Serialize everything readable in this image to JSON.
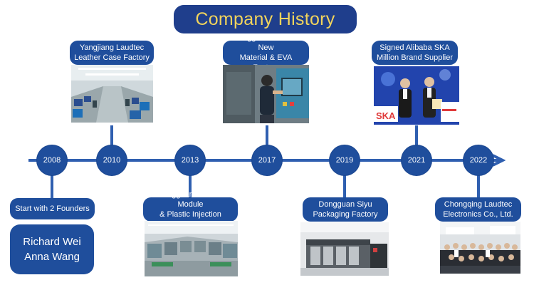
{
  "title": "Company History",
  "years": [
    "2008",
    "2010",
    "2013",
    "2017",
    "2019",
    "2021",
    "2022"
  ],
  "events": {
    "e2008": "Start with 2 Founders",
    "e2010": "Yangjiang Laudtec\nLeather Case Factory",
    "e2013": "Dongguan Laudtec Module\n& Plastic Injection Factory",
    "e2017": "Dongguan Laudtec New\nMaterial & EVA Factory",
    "e2019": "Dongguan Siyu\nPackaging Factory",
    "e2021": "Signed Alibaba SKA\nMillion Brand Supplier",
    "e2022": "Chongqing Laudtec\nElectronics Co., Ltd."
  },
  "founders": [
    "Richard Wei",
    "Anna Wang"
  ],
  "photo_text": {
    "ska_banner": "SKA"
  },
  "colors": {
    "title_bg": "#1f3e8c",
    "title_text": "#f2d45c",
    "node_bg": "#1f4e9c",
    "axis": "#2f5fb0"
  }
}
